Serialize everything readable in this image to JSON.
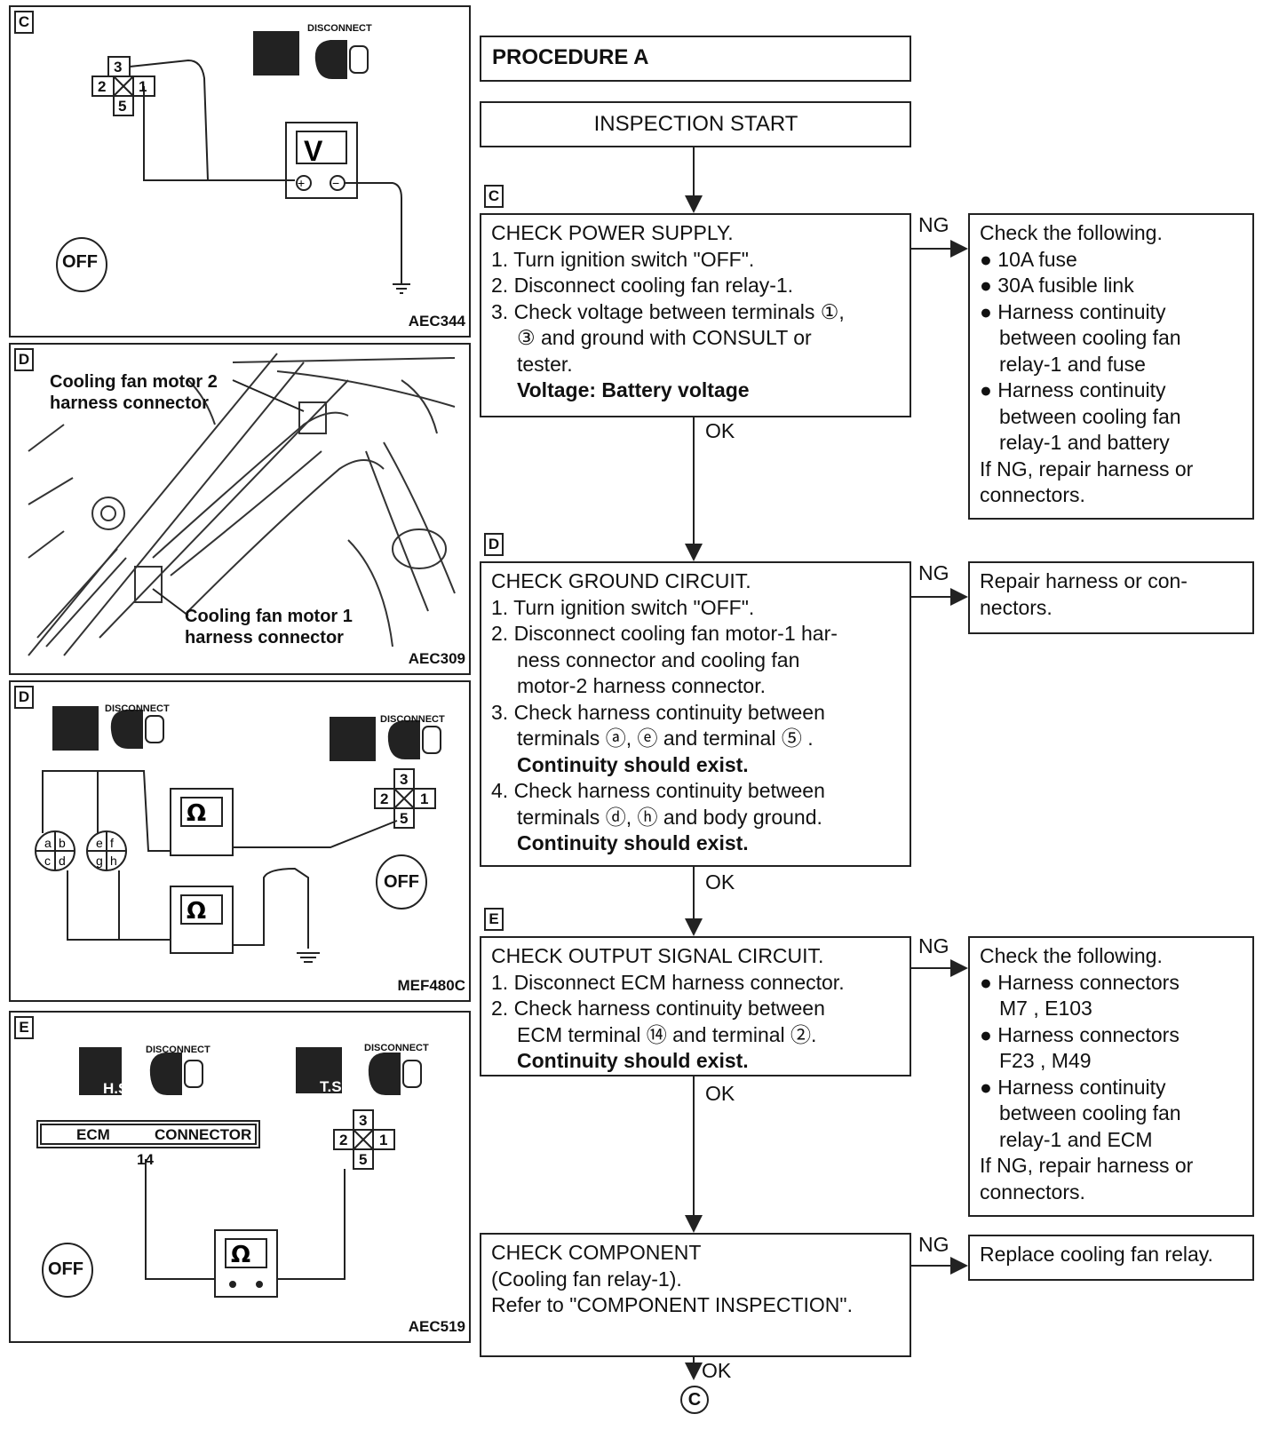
{
  "panels": {
    "c": {
      "tag": "C",
      "code": "AEC344",
      "disconnect": "DISCONNECT",
      "meter": "V",
      "switch": "OFF",
      "pins": [
        "3",
        "2",
        "1",
        "5"
      ]
    },
    "d1": {
      "tag": "D",
      "code": "AEC309",
      "label_motor2": "Cooling fan motor 2 harness connector",
      "label_motor1": "Cooling fan motor 1 harness connector"
    },
    "d2": {
      "tag": "D",
      "code": "MEF480C",
      "disconnect": "DISCONNECT",
      "meter": "Ω",
      "switch": "OFF",
      "pins": [
        "3",
        "2",
        "1",
        "5"
      ],
      "conn_a": [
        "a",
        "b",
        "c",
        "d"
      ],
      "conn_b": [
        "e",
        "f",
        "g",
        "h"
      ]
    },
    "e": {
      "tag": "E",
      "code": "AEC519",
      "disconnect": "DISCONNECT",
      "meter": "Ω",
      "switch": "OFF",
      "ecm": "ECM",
      "connector": "CONNECTOR",
      "terminal": "14",
      "pins": [
        "3",
        "2",
        "1",
        "5"
      ],
      "hs": "H.S.",
      "ts": "T.S."
    }
  },
  "flow": {
    "procedure": "PROCEDURE A",
    "start": "INSPECTION START",
    "ok": "OK",
    "ng": "NG",
    "end": "C",
    "step1": {
      "tag": "C",
      "lines": [
        "CHECK POWER SUPPLY.",
        "1. Turn ignition switch \"OFF\".",
        "2. Disconnect cooling fan relay-1.",
        "3. Check voltage between terminals ①,",
        "③ and ground with CONSULT or",
        "tester.",
        "Voltage: Battery voltage"
      ]
    },
    "step1_ng": {
      "lines": [
        "Check the following.",
        "● 10A fuse",
        "● 30A fusible link",
        "● Harness continuity",
        "between cooling fan",
        "relay-1 and fuse",
        "● Harness continuity",
        "between cooling fan",
        "relay-1 and battery",
        "If NG, repair harness or",
        "connectors."
      ]
    },
    "step2": {
      "tag": "D",
      "lines": [
        "CHECK GROUND CIRCUIT.",
        "1. Turn ignition switch \"OFF\".",
        "2. Disconnect cooling fan motor-1 har-",
        "ness connector and cooling fan",
        "motor-2 harness connector.",
        "3. Check harness continuity between",
        "terminals ⓐ, ⓔ and terminal ⑤ .",
        "Continuity should exist.",
        "4. Check harness continuity between",
        "terminals ⓓ, ⓗ and body ground.",
        "Continuity should exist."
      ]
    },
    "step2_ng": {
      "lines": [
        "Repair harness or con-",
        "nectors."
      ]
    },
    "step3": {
      "tag": "E",
      "lines": [
        "CHECK OUTPUT SIGNAL CIRCUIT.",
        "1. Disconnect ECM harness connector.",
        "2. Check harness continuity between",
        "ECM terminal ⑭ and terminal ②.",
        "Continuity should exist."
      ]
    },
    "step3_ng": {
      "lines": [
        "Check the following.",
        "● Harness connectors",
        "M7 , E103",
        "● Harness connectors",
        "F23 , M49",
        "● Harness continuity",
        "between cooling fan",
        "relay-1 and ECM",
        "If NG, repair harness or",
        "connectors."
      ]
    },
    "step4": {
      "lines": [
        "CHECK COMPONENT",
        "(Cooling fan relay-1).",
        "Refer to \"COMPONENT INSPECTION\"."
      ]
    },
    "step4_ng": {
      "lines": [
        "Replace cooling fan relay."
      ]
    }
  }
}
